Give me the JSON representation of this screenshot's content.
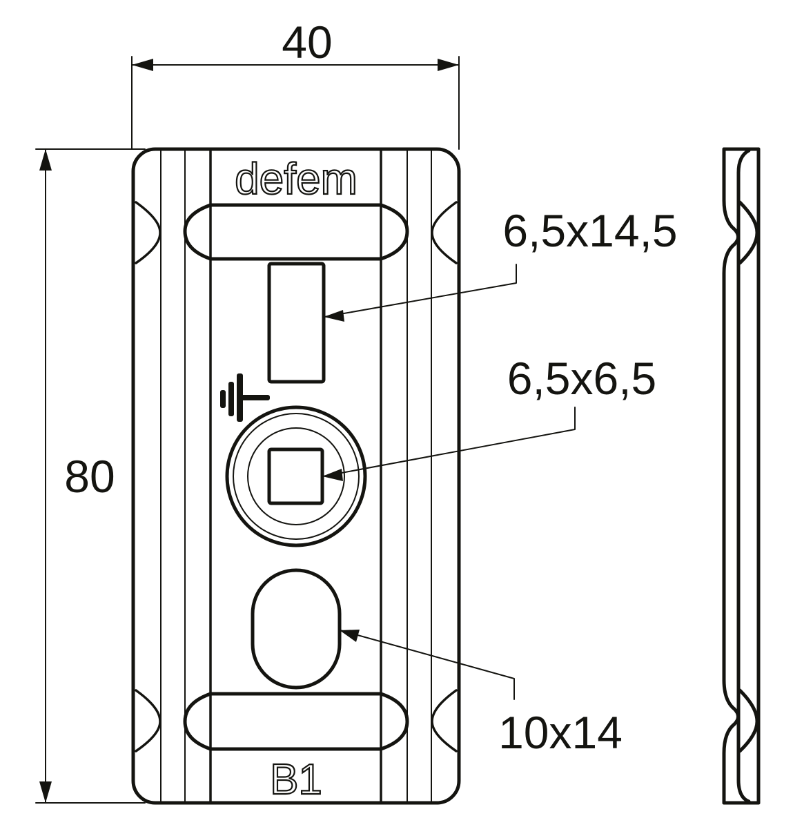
{
  "drawing": {
    "title": "Mounting plate technical drawing",
    "colors": {
      "line": "#141410",
      "background": "#ffffff"
    },
    "dimensions": {
      "width_label": "40",
      "height_label": "80"
    },
    "callouts": [
      {
        "id": "rect-slot",
        "label": "6,5x14,5"
      },
      {
        "id": "square-hole",
        "label": "6,5x6,5"
      },
      {
        "id": "oval-hole",
        "label": "10x14"
      }
    ],
    "engravings": {
      "brand": "defem",
      "model": "B1"
    },
    "symbols": {
      "ground": "earth-ground-symbol"
    },
    "views": [
      "front-view",
      "side-profile-view"
    ]
  }
}
